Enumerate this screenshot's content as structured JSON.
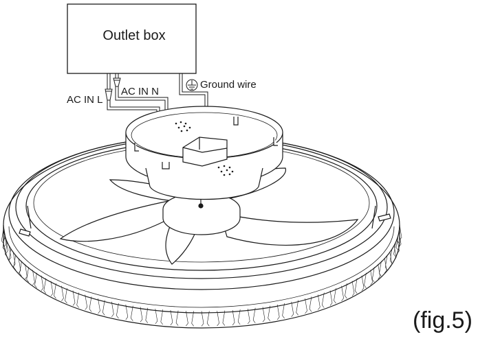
{
  "labels": {
    "outlet_box": "Outlet box",
    "ac_in_l": "AC IN L",
    "ac_in_n": "AC IN N",
    "ground_wire": "Ground wire",
    "figure": "(fig.5)"
  },
  "colors": {
    "stroke": "#1a1a1a",
    "background": "#ffffff"
  },
  "icons": [
    "ground-symbol-icon",
    "wire-connector-icon"
  ]
}
